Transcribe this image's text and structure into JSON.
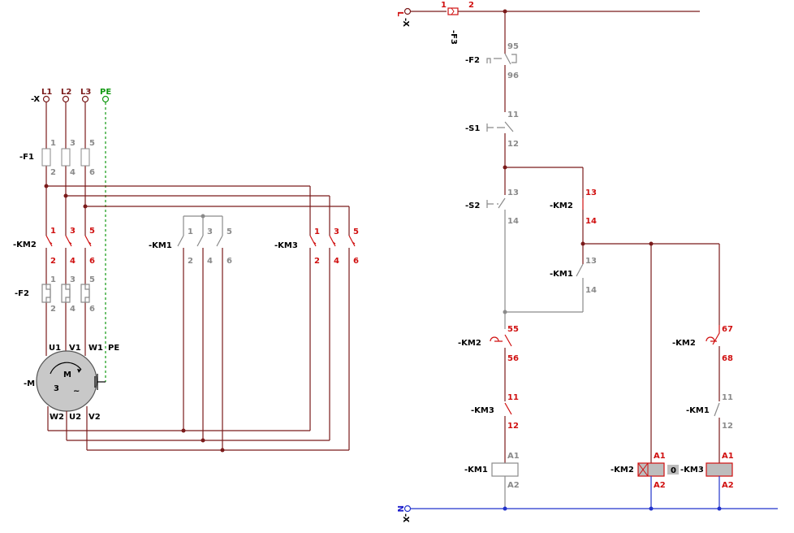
{
  "power": {
    "terminal_name": "-X",
    "phases": [
      "L1",
      "L2",
      "L3",
      "PE"
    ],
    "fuse_name": "-F1",
    "fuse_in": [
      "1",
      "3",
      "5"
    ],
    "fuse_out": [
      "2",
      "4",
      "6"
    ],
    "km2_name": "-KM2",
    "km2_in": [
      "1",
      "3",
      "5"
    ],
    "km2_out": [
      "2",
      "4",
      "6"
    ],
    "km1_name": "-KM1",
    "km1_in": [
      "1",
      "3",
      "5"
    ],
    "km1_out": [
      "2",
      "4",
      "6"
    ],
    "km3_name": "-KM3",
    "km3_in": [
      "1",
      "3",
      "5"
    ],
    "km3_out": [
      "2",
      "4",
      "6"
    ],
    "overload_name": "-F2",
    "overload_in": [
      "1",
      "3",
      "5"
    ],
    "overload_out": [
      "2",
      "4",
      "6"
    ],
    "motor_name": "-M",
    "motor_symbol": "M",
    "motor_phases": "3",
    "motor_tilde": "~",
    "motor_top": [
      "U1",
      "V1",
      "W1",
      "PE"
    ],
    "motor_bottom": [
      "W2",
      "U2",
      "V2"
    ]
  },
  "control": {
    "supply_l": "L",
    "supply_n": "N",
    "supply_x": "-X",
    "fuse_name": "-F3",
    "fuse_pins": [
      "1",
      "2"
    ],
    "overload_name": "-F2",
    "overload_pins": [
      "95",
      "96"
    ],
    "stop_name": "-S1",
    "stop_pins": [
      "11",
      "12"
    ],
    "start_name": "-S2",
    "start_pins": [
      "13",
      "14"
    ],
    "km2_hold_name": "-KM2",
    "km2_hold_pins": [
      "13",
      "14"
    ],
    "km1_hold_name": "-KM1",
    "km1_hold_pins": [
      "13",
      "14"
    ],
    "km2_timer_name": "-KM2",
    "km2_timer_pins": [
      "55",
      "56"
    ],
    "km3_int_name": "-KM3",
    "km3_int_pins": [
      "11",
      "12"
    ],
    "km1_coil_name": "-KM1",
    "km1_coil_pins": [
      "A1",
      "A2"
    ],
    "km2_coil_name": "-KM2",
    "km2_coil_pins": [
      "A1",
      "A2"
    ],
    "km2_timer_value": "0",
    "km3_coil_name": "-KM3",
    "km3_coil_pins": [
      "A1",
      "A2"
    ],
    "km2_nc_name": "-KM2",
    "km2_nc_pins": [
      "67",
      "68"
    ],
    "km1_int_name": "-KM1",
    "km1_int_pins": [
      "11",
      "12"
    ]
  },
  "colors": {
    "wire_power": "#7a1a1a",
    "wire_inactive": "#8a8a8a",
    "wire_neutral": "#2233cc",
    "label_active": "#d01010",
    "protective_earth": "#119911"
  }
}
